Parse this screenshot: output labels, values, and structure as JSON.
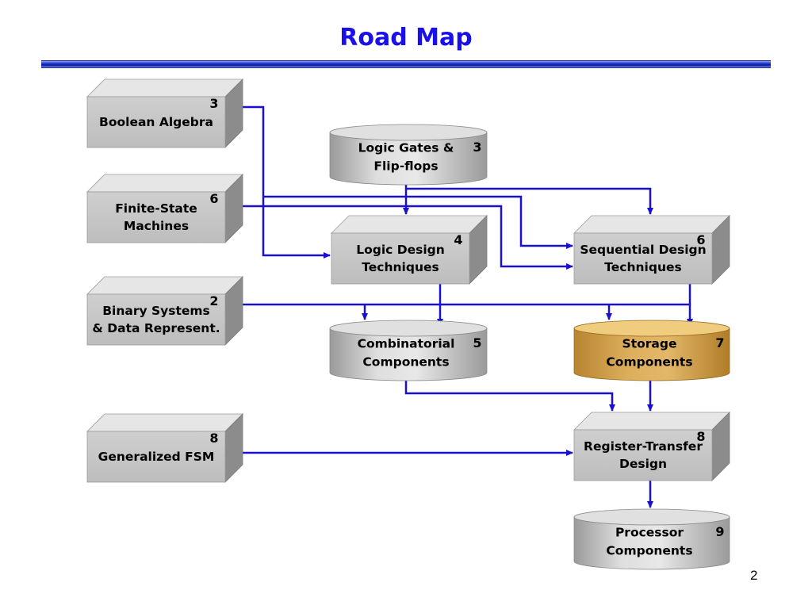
{
  "title": "Road Map",
  "page_number": "2",
  "nodes": {
    "boolean_algebra": {
      "lines": [
        "Boolean Algebra"
      ],
      "chapter": "3"
    },
    "finite_state_machines": {
      "lines": [
        "Finite-State",
        "Machines"
      ],
      "chapter": "6"
    },
    "binary_systems": {
      "lines": [
        "Binary Systems",
        "& Data Represent."
      ],
      "chapter": "2"
    },
    "generalized_fsm": {
      "lines": [
        "Generalized FSM"
      ],
      "chapter": "8"
    },
    "logic_gates": {
      "lines": [
        "Logic Gates &",
        "Flip-flops"
      ],
      "chapter": "3"
    },
    "logic_design": {
      "lines": [
        "Logic Design",
        "Techniques"
      ],
      "chapter": "4"
    },
    "sequential_design": {
      "lines": [
        "Sequential Design",
        "Techniques"
      ],
      "chapter": "6"
    },
    "combinatorial_components": {
      "lines": [
        "Combinatorial",
        "Components"
      ],
      "chapter": "5"
    },
    "storage_components": {
      "lines": [
        "Storage",
        "Components"
      ],
      "chapter": "7"
    },
    "register_transfer": {
      "lines": [
        "Register-Transfer",
        "Design"
      ],
      "chapter": "8"
    },
    "processor_components": {
      "lines": [
        "Processor",
        "Components"
      ],
      "chapter": "9"
    }
  },
  "edges": [
    {
      "from": "boolean_algebra",
      "to": "logic_design"
    },
    {
      "from": "boolean_algebra",
      "to": "sequential_design"
    },
    {
      "from": "finite_state_machines",
      "to": "sequential_design"
    },
    {
      "from": "logic_gates",
      "to": "logic_design"
    },
    {
      "from": "logic_gates",
      "to": "sequential_design"
    },
    {
      "from": "binary_systems",
      "to": "combinatorial_components"
    },
    {
      "from": "binary_systems",
      "to": "storage_components"
    },
    {
      "from": "logic_design",
      "to": "combinatorial_components"
    },
    {
      "from": "sequential_design",
      "to": "storage_components"
    },
    {
      "from": "combinatorial_components",
      "to": "register_transfer"
    },
    {
      "from": "storage_components",
      "to": "register_transfer"
    },
    {
      "from": "generalized_fsm",
      "to": "register_transfer"
    },
    {
      "from": "register_transfer",
      "to": "processor_components"
    }
  ],
  "colors": {
    "title": "#1a10e8",
    "arrow": "#1a10d0",
    "box_front": "#c4c4c4",
    "box_side": "#8c8c8c",
    "box_top": "#e6e6e6",
    "storage_front": "#d7a653",
    "storage_top": "#f0cc7e"
  }
}
